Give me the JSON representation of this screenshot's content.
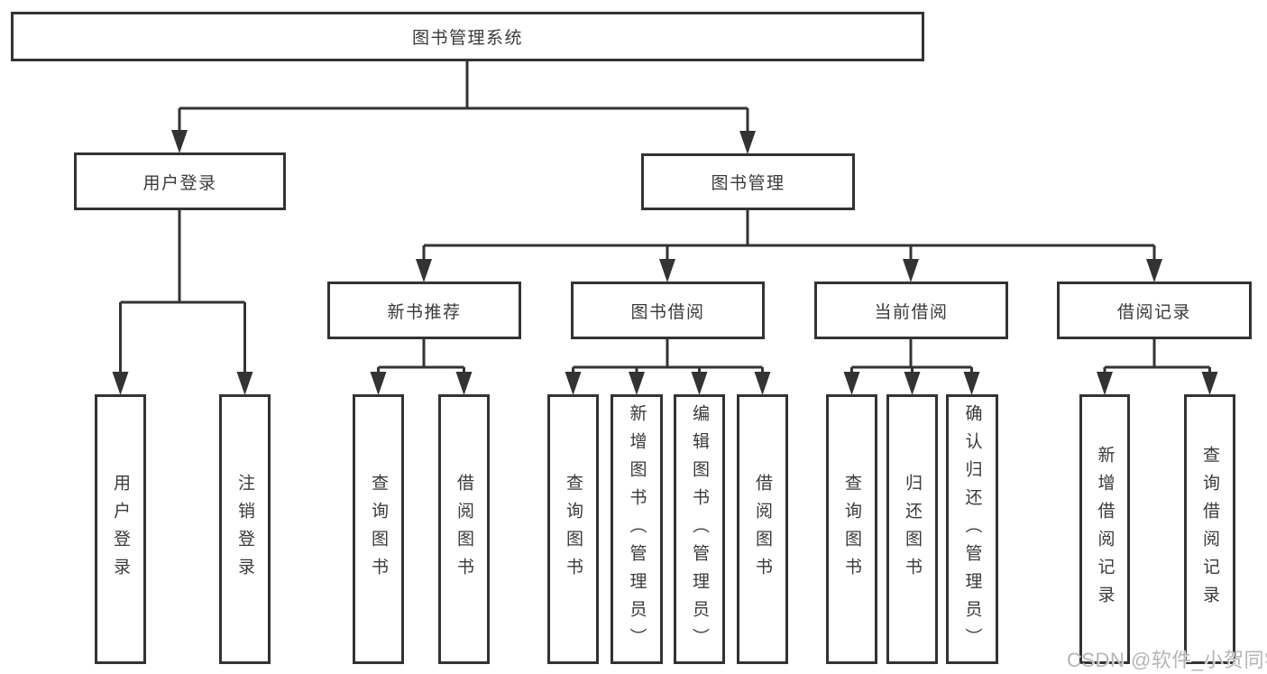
{
  "diagram": {
    "root": {
      "label": "图书管理系统"
    },
    "level1": [
      {
        "label": "用户登录"
      },
      {
        "label": "图书管理"
      }
    ],
    "level2": [
      {
        "label": "新书推荐"
      },
      {
        "label": "图书借阅"
      },
      {
        "label": "当前借阅"
      },
      {
        "label": "借阅记录"
      }
    ],
    "leaves": {
      "login": [
        {
          "label": "用户登录"
        },
        {
          "label": "注销登录"
        }
      ],
      "recommend": [
        {
          "label": "查询图书"
        },
        {
          "label": "借阅图书"
        }
      ],
      "borrow": [
        {
          "label": "查询图书"
        },
        {
          "label": "新增图书（管理员）"
        },
        {
          "label": "编辑图书（管理员）"
        },
        {
          "label": "借阅图书"
        }
      ],
      "current": [
        {
          "label": "查询图书"
        },
        {
          "label": "归还图书"
        },
        {
          "label": "确认归还（管理员）"
        }
      ],
      "records": [
        {
          "label": "新增借阅记录"
        },
        {
          "label": "查询借阅记录"
        }
      ]
    },
    "colors": {
      "line": "#333333",
      "text": "#3a3a3a",
      "watermark": "#b5b5b5"
    }
  },
  "watermark": {
    "text": "CSDN @软件_小贺同学"
  }
}
